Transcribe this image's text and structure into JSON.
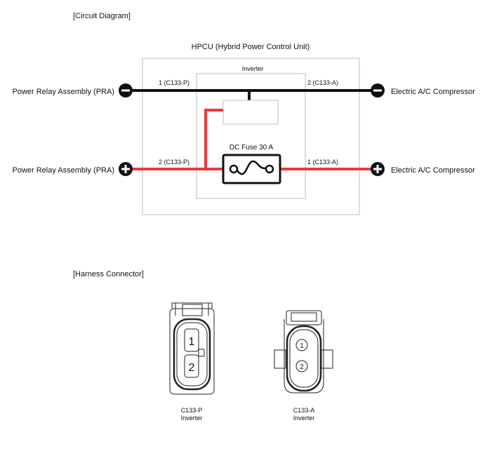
{
  "sections": {
    "circuit": "[Circuit Diagram]",
    "harness": "[Harness Connector]"
  },
  "hpcu_title": "HPCU (Hybrid Power Control Unit)",
  "inverter_label": "Inverter",
  "fuse_label": "DC Fuse 30 A",
  "pins": {
    "neg_left": "1 (C133-P)",
    "neg_right": "2 (C133-A)",
    "pos_left": "2 (C133-P)",
    "pos_right": "1 (C133-A)"
  },
  "terminals": {
    "left_neg": "Power Relay Assembly (PRA)",
    "left_pos": "Power Relay Assembly (PRA)",
    "right_neg": "Electric A/C Compressor",
    "right_pos": "Electric A/C Compressor"
  },
  "connectors": [
    {
      "name": "C133-P",
      "sub": "Inverter",
      "pins": [
        "1",
        "2"
      ]
    },
    {
      "name": "C133-A",
      "sub": "Inverter",
      "pins": [
        "1",
        "2"
      ]
    }
  ],
  "colors": {
    "positive": "#f0373c",
    "negative": "#111111",
    "box": "#bdbdbd"
  }
}
